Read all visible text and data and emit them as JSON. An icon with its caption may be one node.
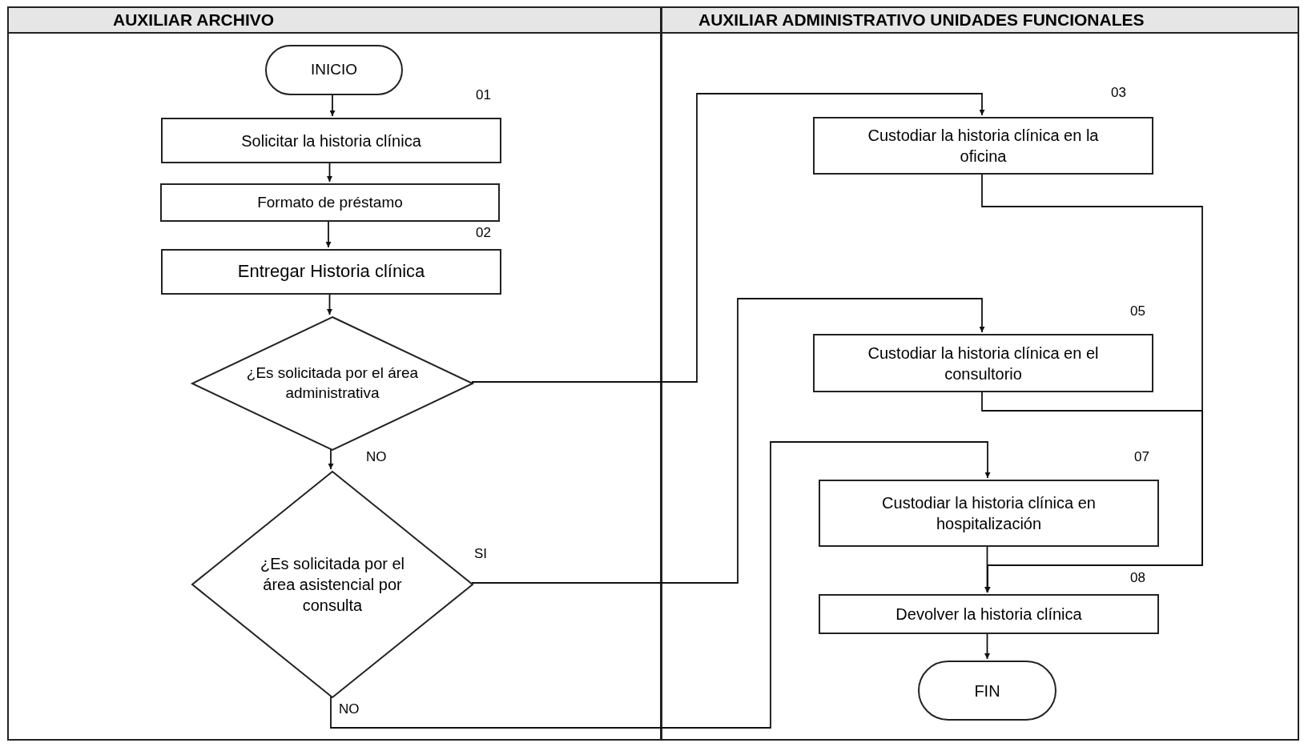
{
  "diagram": {
    "nodes": [
      {
        "text": [
          "AUXILIAR ARCHIVO"
        ]
      },
      {
        "text": [
          "AUXILIAR ADMINISTRATIVO UNIDADES FUNCIONALES"
        ]
      },
      {
        "text": [
          "INICIO"
        ],
        "in": 0
      },
      {
        "text": [
          "Solicitar la historia clínica"
        ],
        "in": 0,
        "beside": [
          "01"
        ]
      },
      {
        "text": [
          "Formato de préstamo"
        ],
        "in": 0
      },
      {
        "text": [
          "Entregar Historia clínica"
        ],
        "in": 0,
        "beside": [
          "02"
        ]
      },
      {
        "text": [
          "¿Es solicitada por el área administrativa"
        ],
        "in": 0
      },
      {
        "text": [
          "¿Es solicitada por el área asistencial por consulta"
        ],
        "in": 0
      },
      {
        "text": [
          "Custodiar la historia clínica en la oficina"
        ],
        "in": 1,
        "beside": [
          "03"
        ]
      },
      {
        "text": [
          "Custodiar la historia clínica en el consultorio"
        ],
        "in": 1,
        "beside": [
          "05"
        ]
      },
      {
        "text": [
          "Custodiar la historia clínica en hospitalización"
        ],
        "in": 1,
        "beside": [
          "07"
        ]
      },
      {
        "text": [
          "Devolver la historia clínica"
        ],
        "in": 1,
        "beside": [
          "08"
        ]
      },
      {
        "text": [
          "FIN"
        ],
        "in": 1
      }
    ],
    "edges": [
      {
        "from": 2,
        "to": 3,
        "arrow": "to"
      },
      {
        "from": 3,
        "to": 4,
        "arrow": "to"
      },
      {
        "from": 4,
        "to": 5,
        "arrow": "to"
      },
      {
        "from": 5,
        "to": 6,
        "arrow": "to"
      },
      {
        "from": 6,
        "to": 7,
        "arrow": "to",
        "label": "NO"
      },
      {
        "from": 6,
        "to": 8,
        "arrow": "to"
      },
      {
        "from": 7,
        "to": 9,
        "arrow": "to",
        "label": "SI"
      },
      {
        "from": 7,
        "to": 10,
        "arrow": "to",
        "label": "NO"
      },
      {
        "from": 8,
        "to": 11,
        "arrow": "to"
      },
      {
        "from": 9,
        "to": 11,
        "arrow": "to"
      },
      {
        "from": 10,
        "to": 11,
        "arrow": "to"
      },
      {
        "from": 11,
        "to": 12,
        "arrow": "to"
      }
    ]
  }
}
